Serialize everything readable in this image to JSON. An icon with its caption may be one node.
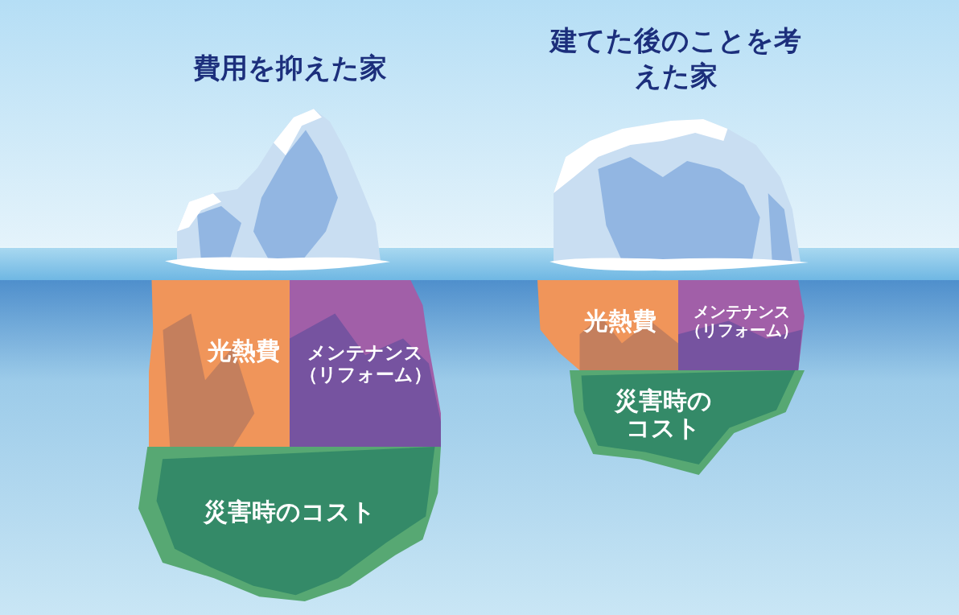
{
  "diagram": {
    "nodes": [
      {
        "text": [
          "光熱費"
        ]
      },
      {
        "text": [
          "メンテナンス（リフォーム）"
        ]
      },
      {
        "text": [
          "災害時のコスト"
        ]
      },
      {
        "text": [
          "光熱費"
        ]
      },
      {
        "text": [
          "メンテナンス（リフォーム）"
        ]
      },
      {
        "text": [
          "災害時のコスト"
        ]
      }
    ],
    "labels": [
      "費用を抑えた家",
      "建てた後のことを考えた家"
    ]
  }
}
